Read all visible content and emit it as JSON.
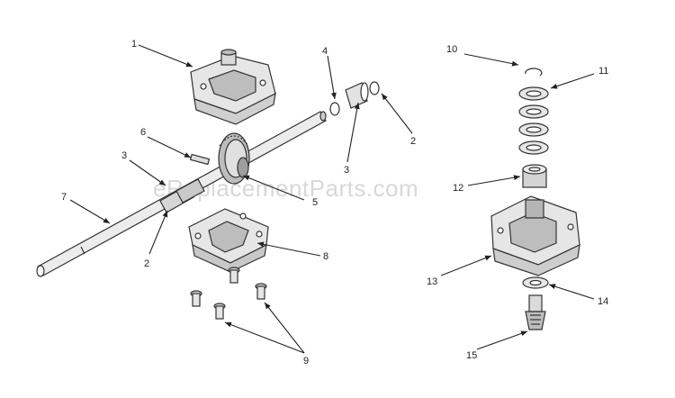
{
  "diagram": {
    "watermark": "eReplacementParts.com",
    "callouts": [
      "1",
      "2",
      "2",
      "3",
      "3",
      "4",
      "5",
      "6",
      "7",
      "8",
      "9",
      "10",
      "11",
      "12",
      "13",
      "14",
      "15"
    ],
    "colors": {
      "line": "#222222",
      "part_fill": "#e9e9e9",
      "part_shade": "#bdbdbd",
      "watermark": "#d8d8d8"
    }
  }
}
